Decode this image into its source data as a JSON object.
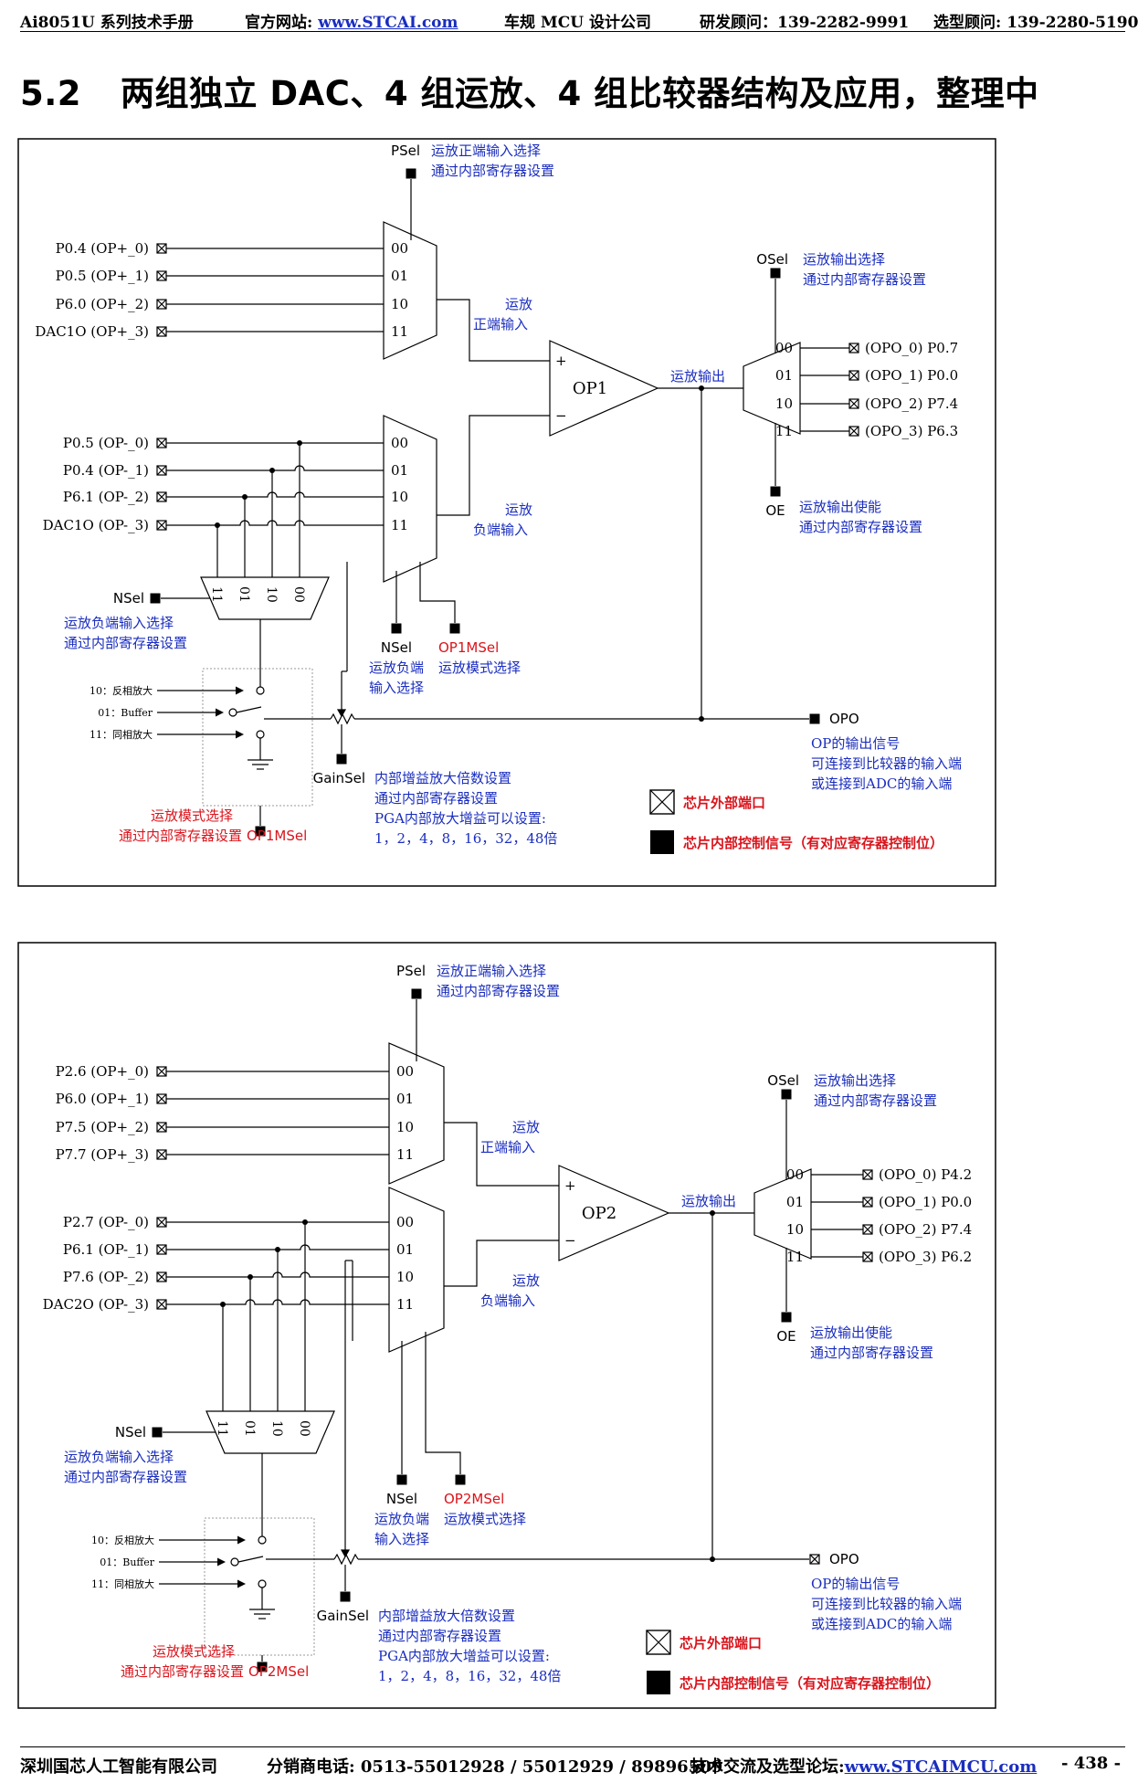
{
  "header": {
    "manual": "Ai8051U 系列技术手册",
    "site_label": "官方网站: ",
    "site_url": "www.STCAI.com",
    "tagline": "车规 MCU 设计公司",
    "rd_contact": "研发顾问：139-2282-9991",
    "sel_contact": "选型顾问: 139-2280-5190"
  },
  "section": {
    "number": "5.2",
    "title": "两组独立 DAC、4 组运放、4 组比较器结构及应用，整理中"
  },
  "diagrams": [
    {
      "amp": "OP1",
      "psel": "PSel",
      "psel_desc1": "运放正端输入选择",
      "psel_desc2": "通过内部寄存器设置",
      "pos_inputs": [
        "P0.4 (OP+_0)",
        "P0.5 (OP+_1)",
        "P6.0 (OP+_2)",
        "DAC1O (OP+_3)"
      ],
      "neg_inputs": [
        "P0.5 (OP-_0)",
        "P0.4 (OP-_1)",
        "P6.1 (OP-_2)",
        "DAC1O (OP-_3)"
      ],
      "mux_codes": [
        "00",
        "01",
        "10",
        "11"
      ],
      "nsel_mux_codes": [
        "11",
        "01",
        "10",
        "00"
      ],
      "pos_label1": "运放",
      "pos_label2": "正端输入",
      "neg_label1": "运放",
      "neg_label2": "负端输入",
      "plus": "+",
      "minus": "−",
      "out_label": "运放输出",
      "osel": "OSel",
      "osel_desc1": "运放输出选择",
      "osel_desc2": "通过内部寄存器设置",
      "outputs": [
        "(OPO_0) P0.7",
        "(OPO_1) P0.0",
        "(OPO_2) P7.4",
        "(OPO_3) P6.3"
      ],
      "oe": "OE",
      "oe_desc1": "运放输出使能",
      "oe_desc2": "通过内部寄存器设置",
      "nsel": "NSel",
      "nsel_desc1": "运放负端输入选择",
      "nsel_desc2": "通过内部寄存器设置",
      "nsel2": "NSel",
      "nsel2_desc1": "运放负端",
      "nsel2_desc2": "输入选择",
      "mode_sel": "OP1MSel",
      "mode_desc": "运放模式选择",
      "mode_inv": "10：反相放大",
      "mode_buf": "01：Buffer",
      "mode_noninv": "11：同相放大",
      "mode_desc1": "运放模式选择",
      "mode_desc2": "通过内部寄存器设置",
      "mode_sel2": "OP1MSel",
      "gainsel": "GainSel",
      "gain_desc1": "内部增益放大倍数设置",
      "gain_desc2": "通过内部寄存器设置",
      "gain_desc3": "PGA内部放大增益可以设置:",
      "gain_desc4": "1，2，4，8，16，32，48倍",
      "opo": "OPO",
      "opo_desc1": "OP的输出信号",
      "opo_desc2": "可连接到比较器的输入端",
      "opo_desc3": "或连接到ADC的输入端",
      "legend_ext": "芯片外部端口",
      "legend_int": "芯片内部控制信号（有对应寄存器控制位）"
    },
    {
      "amp": "OP2",
      "psel": "PSel",
      "psel_desc1": "运放正端输入选择",
      "psel_desc2": "通过内部寄存器设置",
      "pos_inputs": [
        "P2.6 (OP+_0)",
        "P6.0 (OP+_1)",
        "P7.5 (OP+_2)",
        "P7.7 (OP+_3)"
      ],
      "neg_inputs": [
        "P2.7 (OP-_0)",
        "P6.1 (OP-_1)",
        "P7.6 (OP-_2)",
        "DAC2O (OP-_3)"
      ],
      "mux_codes": [
        "00",
        "01",
        "10",
        "11"
      ],
      "nsel_mux_codes": [
        "11",
        "01",
        "10",
        "00"
      ],
      "pos_label1": "运放",
      "pos_label2": "正端输入",
      "neg_label1": "运放",
      "neg_label2": "负端输入",
      "plus": "+",
      "minus": "−",
      "out_label": "运放输出",
      "osel": "OSel",
      "osel_desc1": "运放输出选择",
      "osel_desc2": "通过内部寄存器设置",
      "outputs": [
        "(OPO_0) P4.2",
        "(OPO_1) P0.0",
        "(OPO_2) P7.4",
        "(OPO_3) P6.2"
      ],
      "oe": "OE",
      "oe_desc1": "运放输出使能",
      "oe_desc2": "通过内部寄存器设置",
      "nsel": "NSel",
      "nsel_desc1": "运放负端输入选择",
      "nsel_desc2": "通过内部寄存器设置",
      "nsel2": "NSel",
      "nsel2_desc1": "运放负端",
      "nsel2_desc2": "输入选择",
      "mode_sel": "OP2MSel",
      "mode_desc": "运放模式选择",
      "mode_inv": "10：反相放大",
      "mode_buf": "01：Buffer",
      "mode_noninv": "11：同相放大",
      "mode_desc1": "运放模式选择",
      "mode_desc2": "通过内部寄存器设置",
      "mode_sel2": "OP2MSel",
      "gainsel": "GainSel",
      "gain_desc1": "内部增益放大倍数设置",
      "gain_desc2": "通过内部寄存器设置",
      "gain_desc3": "PGA内部放大增益可以设置:",
      "gain_desc4": "1，2，4，8，16，32，48倍",
      "opo": "OPO",
      "opo_desc1": "OP的输出信号",
      "opo_desc2": "可连接到比较器的输入端",
      "opo_desc3": "或连接到ADC的输入端",
      "legend_ext": "芯片外部端口",
      "legend_int": "芯片内部控制信号（有对应寄存器控制位）"
    }
  ],
  "footer": {
    "company": "深圳国芯人工智能有限公司",
    "distributor": "分销商电话: 0513-55012928 / 55012929 / 89896509",
    "forum_label": "技术交流及选型论坛:",
    "forum_url": "www.STCAIMCU.com",
    "page": "- 438 -"
  },
  "colors": {
    "blue": "#1a2dbf",
    "red": "#d9141c"
  }
}
